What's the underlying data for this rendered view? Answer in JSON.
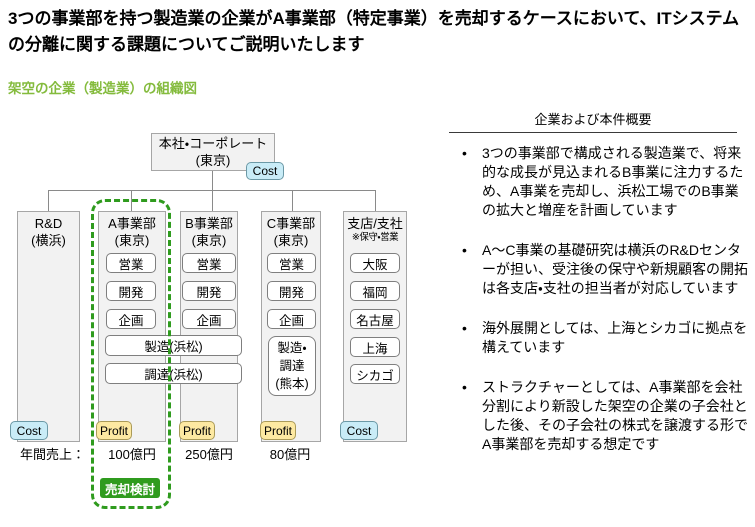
{
  "slide": {
    "title": "3つの事業部を持つ製造業の企業がA事業部（特定事業）を売却するケースにおいて、ITシステムの分離に関する課題についてご説明いたします",
    "section_heading": "架空の企業（製造業）の組織図"
  },
  "org_chart": {
    "root": {
      "name": "本社・コーポレート",
      "location": "(東京)",
      "badge": "Cost"
    },
    "divisions": [
      {
        "name": "R&D",
        "location": "(横浜)",
        "badge": "Cost",
        "units": []
      },
      {
        "name": "A事業部",
        "location": "(東京)",
        "badge": "Profit",
        "units": [
          "営業",
          "開発",
          "企画"
        ],
        "revenue": "100億円",
        "status": "売却検討"
      },
      {
        "name": "B事業部",
        "location": "(東京)",
        "badge": "Profit",
        "units": [
          "営業",
          "開発",
          "企画"
        ],
        "revenue": "250億円"
      },
      {
        "name": "C事業部",
        "location": "(東京)",
        "badge": "Profit",
        "units": [
          "営業",
          "開発",
          "企画"
        ],
        "factory_lines": [
          "製造・",
          "調達",
          "(熊本)"
        ],
        "revenue": "80億円"
      },
      {
        "name": "支店/支社",
        "note": "※保守・営業",
        "badge": "Cost",
        "units": [
          "大阪",
          "福岡",
          "名古屋",
          "上海",
          "シカゴ"
        ]
      }
    ],
    "shared_units": [
      "製造(浜松)",
      "調達(浜松)"
    ],
    "revenue_label": "年間売上：",
    "divest_label": "売却検討"
  },
  "overview": {
    "heading": "企業および本件概要",
    "bullets": [
      "3つの事業部で構成される製造業で、将来的な成長が見込まれるB事業に注力するため、A事業を売却し、浜松工場でのB事業の拡大と増産を計画しています",
      "A〜C事業の基礎研究は横浜のR&Dセンターが担い、受注後の保守や新規顧客の開拓は各支店・支社の担当者が対応しています",
      "海外展開としては、上海とシカゴに拠点を構えています",
      "ストラクチャーとしては、A事業部を会社分割により新設した架空の企業の子会社とした後、その子会社の株式を譲渡する形でA事業部を売却する想定です"
    ],
    "bullet_marker": "•"
  },
  "colors": {
    "section_heading_green": "#84BB3D",
    "divest_green": "#2F9B1E",
    "cost_badge_fill": "#C9ECF7",
    "profit_badge_fill": "#FDE9A2"
  }
}
